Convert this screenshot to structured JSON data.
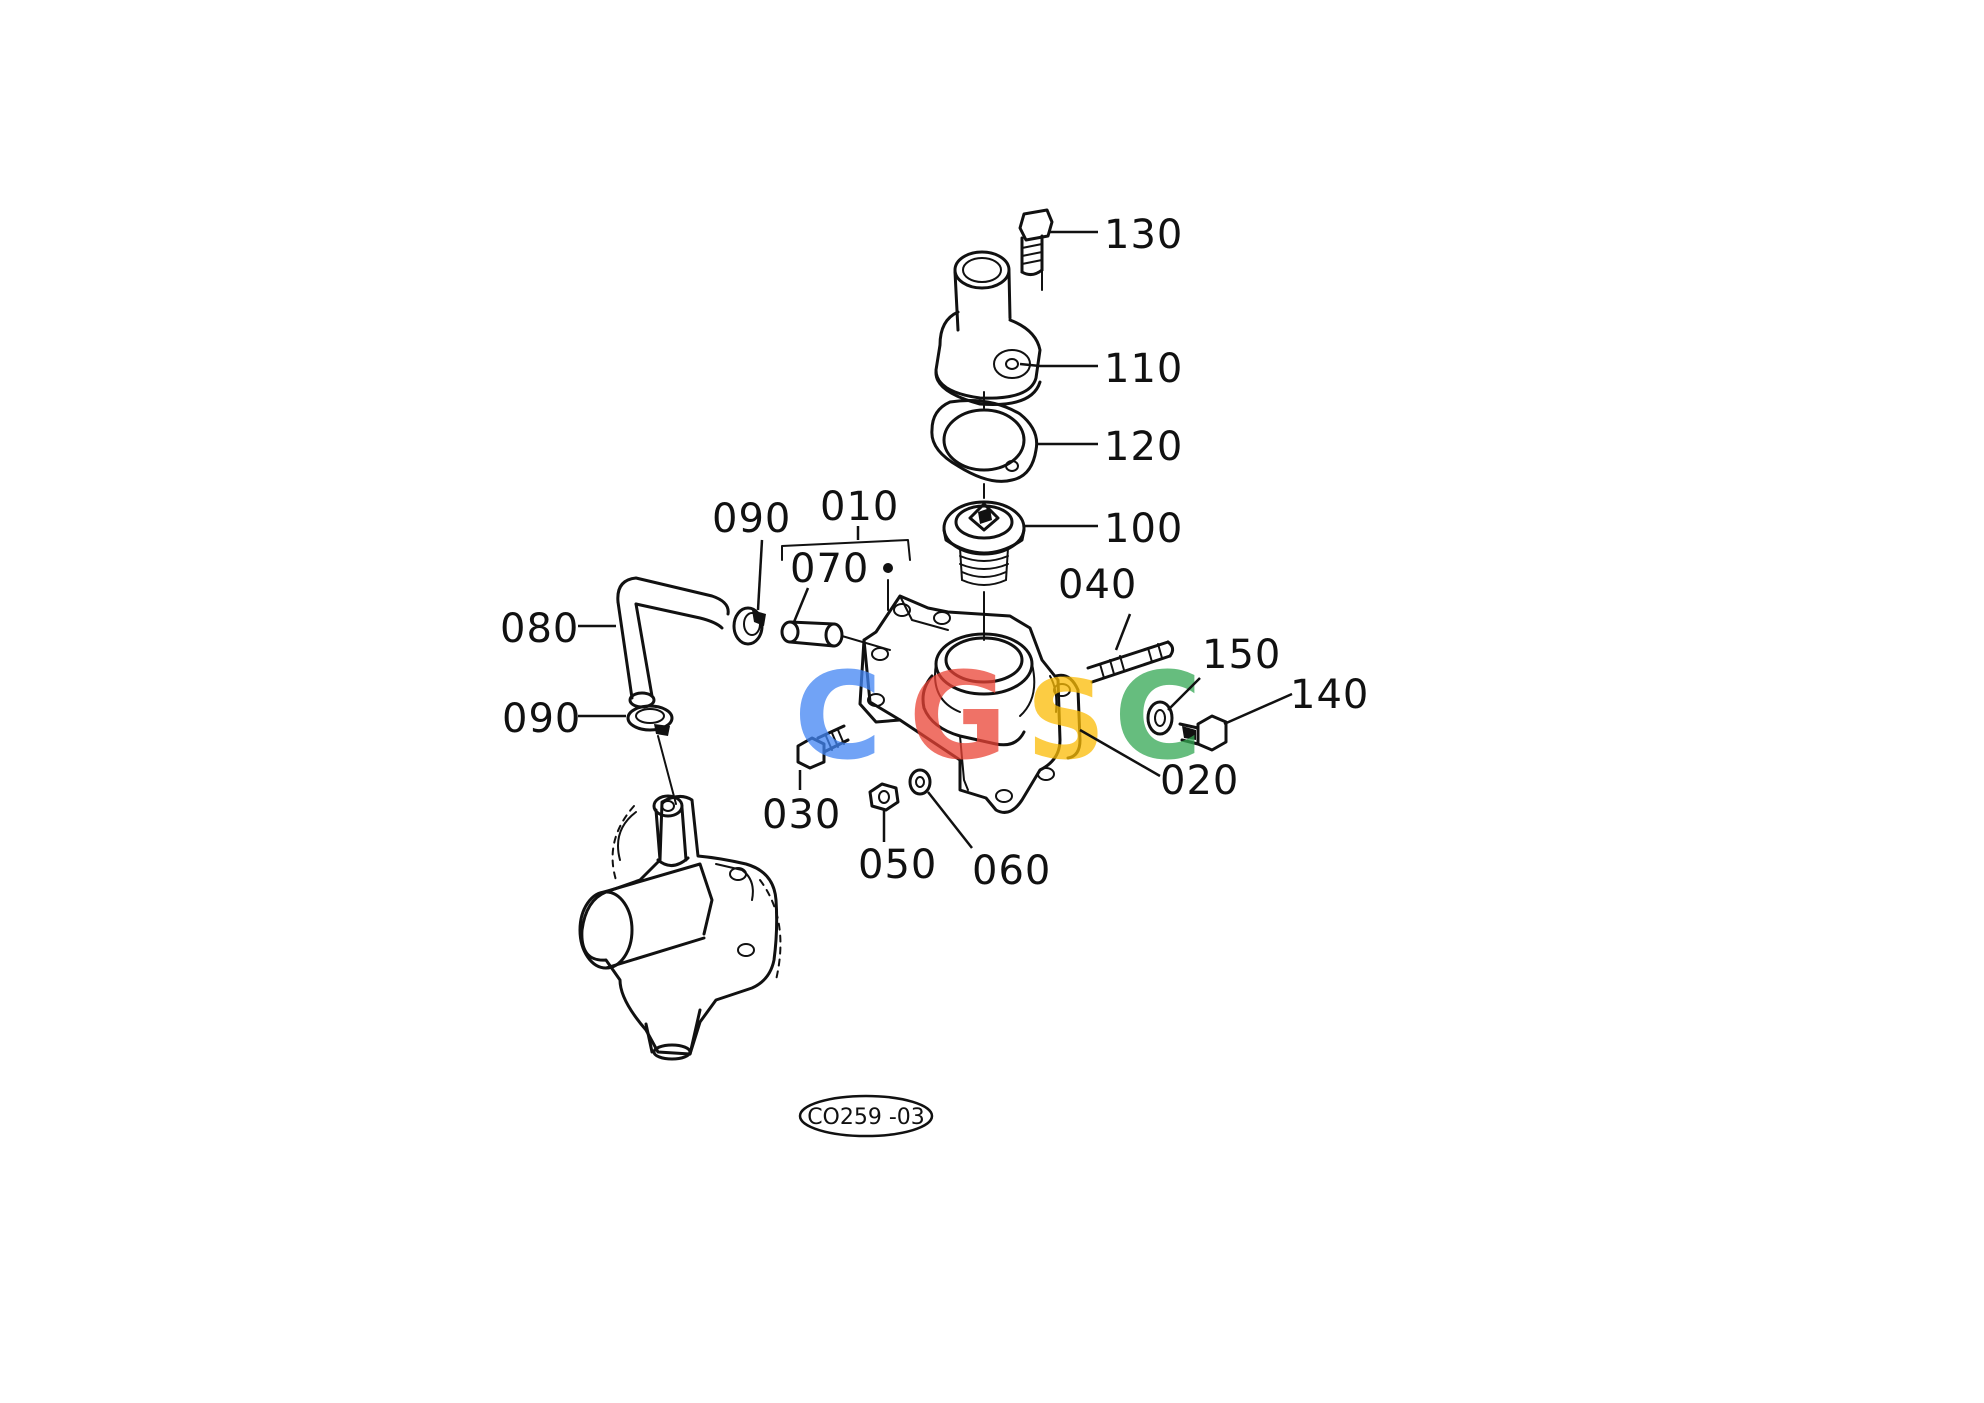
{
  "parts": {
    "p010": "010",
    "p020": "020",
    "p030": "030",
    "p040": "040",
    "p050": "050",
    "p060": "060",
    "p070": "070",
    "p080": "080",
    "p090_top": "090",
    "p090_left": "090",
    "p100": "100",
    "p110": "110",
    "p120": "120",
    "p130": "130",
    "p140": "140",
    "p150": "150"
  },
  "reference_code": "CO259 -03",
  "watermark": {
    "colors": [
      "#4285F4",
      "#EA4335",
      "#FBBC05",
      "#34A853"
    ]
  }
}
